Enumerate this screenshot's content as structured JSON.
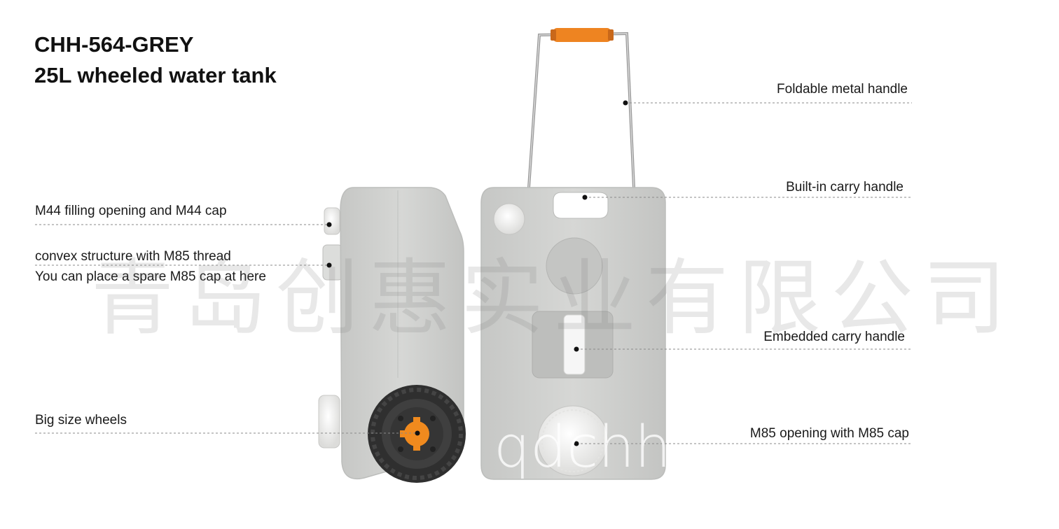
{
  "title": {
    "model": "CHH-564-GREY",
    "product": "25L wheeled water tank"
  },
  "callouts": {
    "foldable_handle": "Foldable metal handle",
    "builtin_handle": "Built-in carry handle",
    "filling_opening": "M44 filling opening and M44 cap",
    "convex_line1": "convex structure with M85 thread",
    "convex_line2": "You can place a spare M85 cap at here",
    "embedded_handle": "Embedded carry handle",
    "wheels": "Big size wheels",
    "m85_opening": "M85 opening with M85 cap"
  },
  "watermark": {
    "company_cn": "青岛创惠实业有限公司",
    "brand": "qdchh"
  },
  "colors": {
    "tank_body": "#cfd0ce",
    "tank_shadow": "#b9bab8",
    "handle_grip": "#ee8421",
    "wheel": "#3a3a3a",
    "hub": "#f08a1e",
    "leader_line": "#8a8a8a",
    "dot": "#111111"
  },
  "icons": [
    "product-photo-side-view",
    "product-photo-front-view"
  ]
}
